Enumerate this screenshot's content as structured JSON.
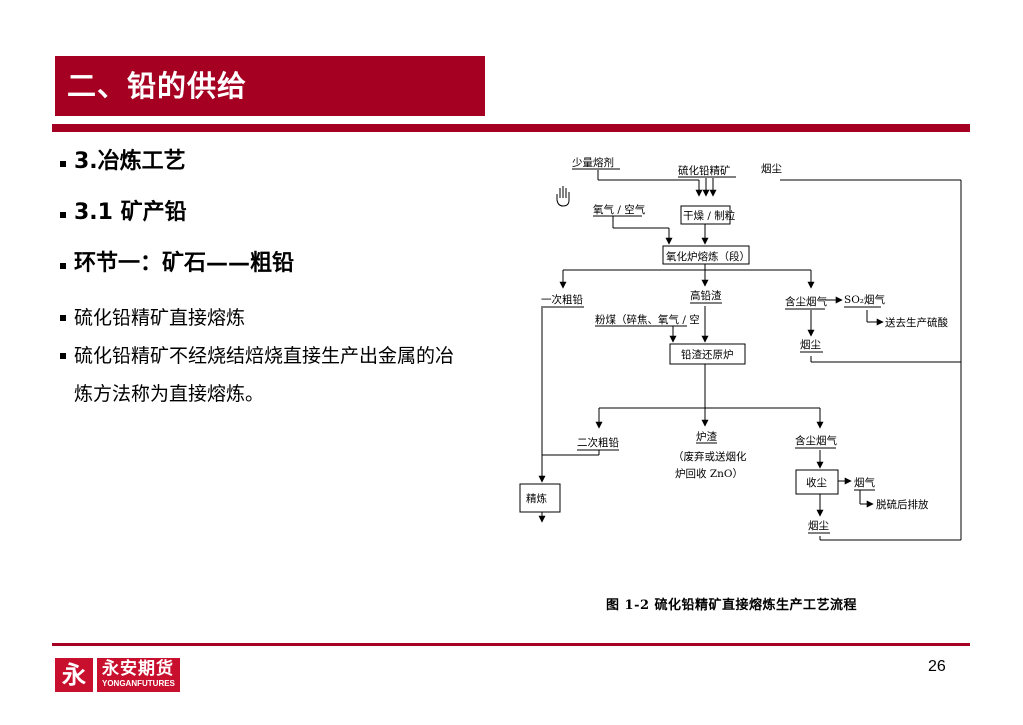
{
  "header": {
    "title": "二、铅的供给"
  },
  "bullets": [
    {
      "text": "3.冶炼工艺"
    },
    {
      "text": "3.1 矿产铅"
    },
    {
      "text": "环节一：矿石——粗铅"
    },
    {
      "text": "硫化铅精矿直接熔炼"
    },
    {
      "text": "硫化铅精矿不经烧结焙烧直接生产出金属的冶炼方法称为直接熔炼。"
    }
  ],
  "diagram": {
    "nodes": {
      "flux": "少量熔剂",
      "concentrate": "硫化铅精矿",
      "dust_top": "烟尘",
      "oxygen": "氧气 / 空气",
      "dry": "干燥 / 制粒",
      "oxidation": "氧化炉熔炼（段）",
      "primary_lead": "一次粗铅",
      "high_slag": "高铅渣",
      "dust_gas1": "含尘烟气",
      "so2": "SO₂烟气",
      "acid": "送去生产硫酸",
      "coal": "粉煤（碎焦、氧气 / 空",
      "dust_mid": "烟尘",
      "reduction": "铅渣还原炉",
      "secondary_lead": "二次粗铅",
      "slag": "炉渣",
      "slag_note1": "（废弃或送烟化",
      "slag_note2": "炉回收 ZnO）",
      "dust_gas2": "含尘烟气",
      "refine": "精炼",
      "collect": "收尘",
      "flue_gas": "烟气",
      "desulf": "脱硫后排放",
      "dust_bottom": "烟尘"
    },
    "caption": "图 1-2  硫化铅精矿直接熔炼生产工艺流程"
  },
  "footer": {
    "page_number": "26",
    "logo_mark": "永",
    "logo_cn": "永安期货",
    "logo_en": "YONGANFUTURES"
  }
}
